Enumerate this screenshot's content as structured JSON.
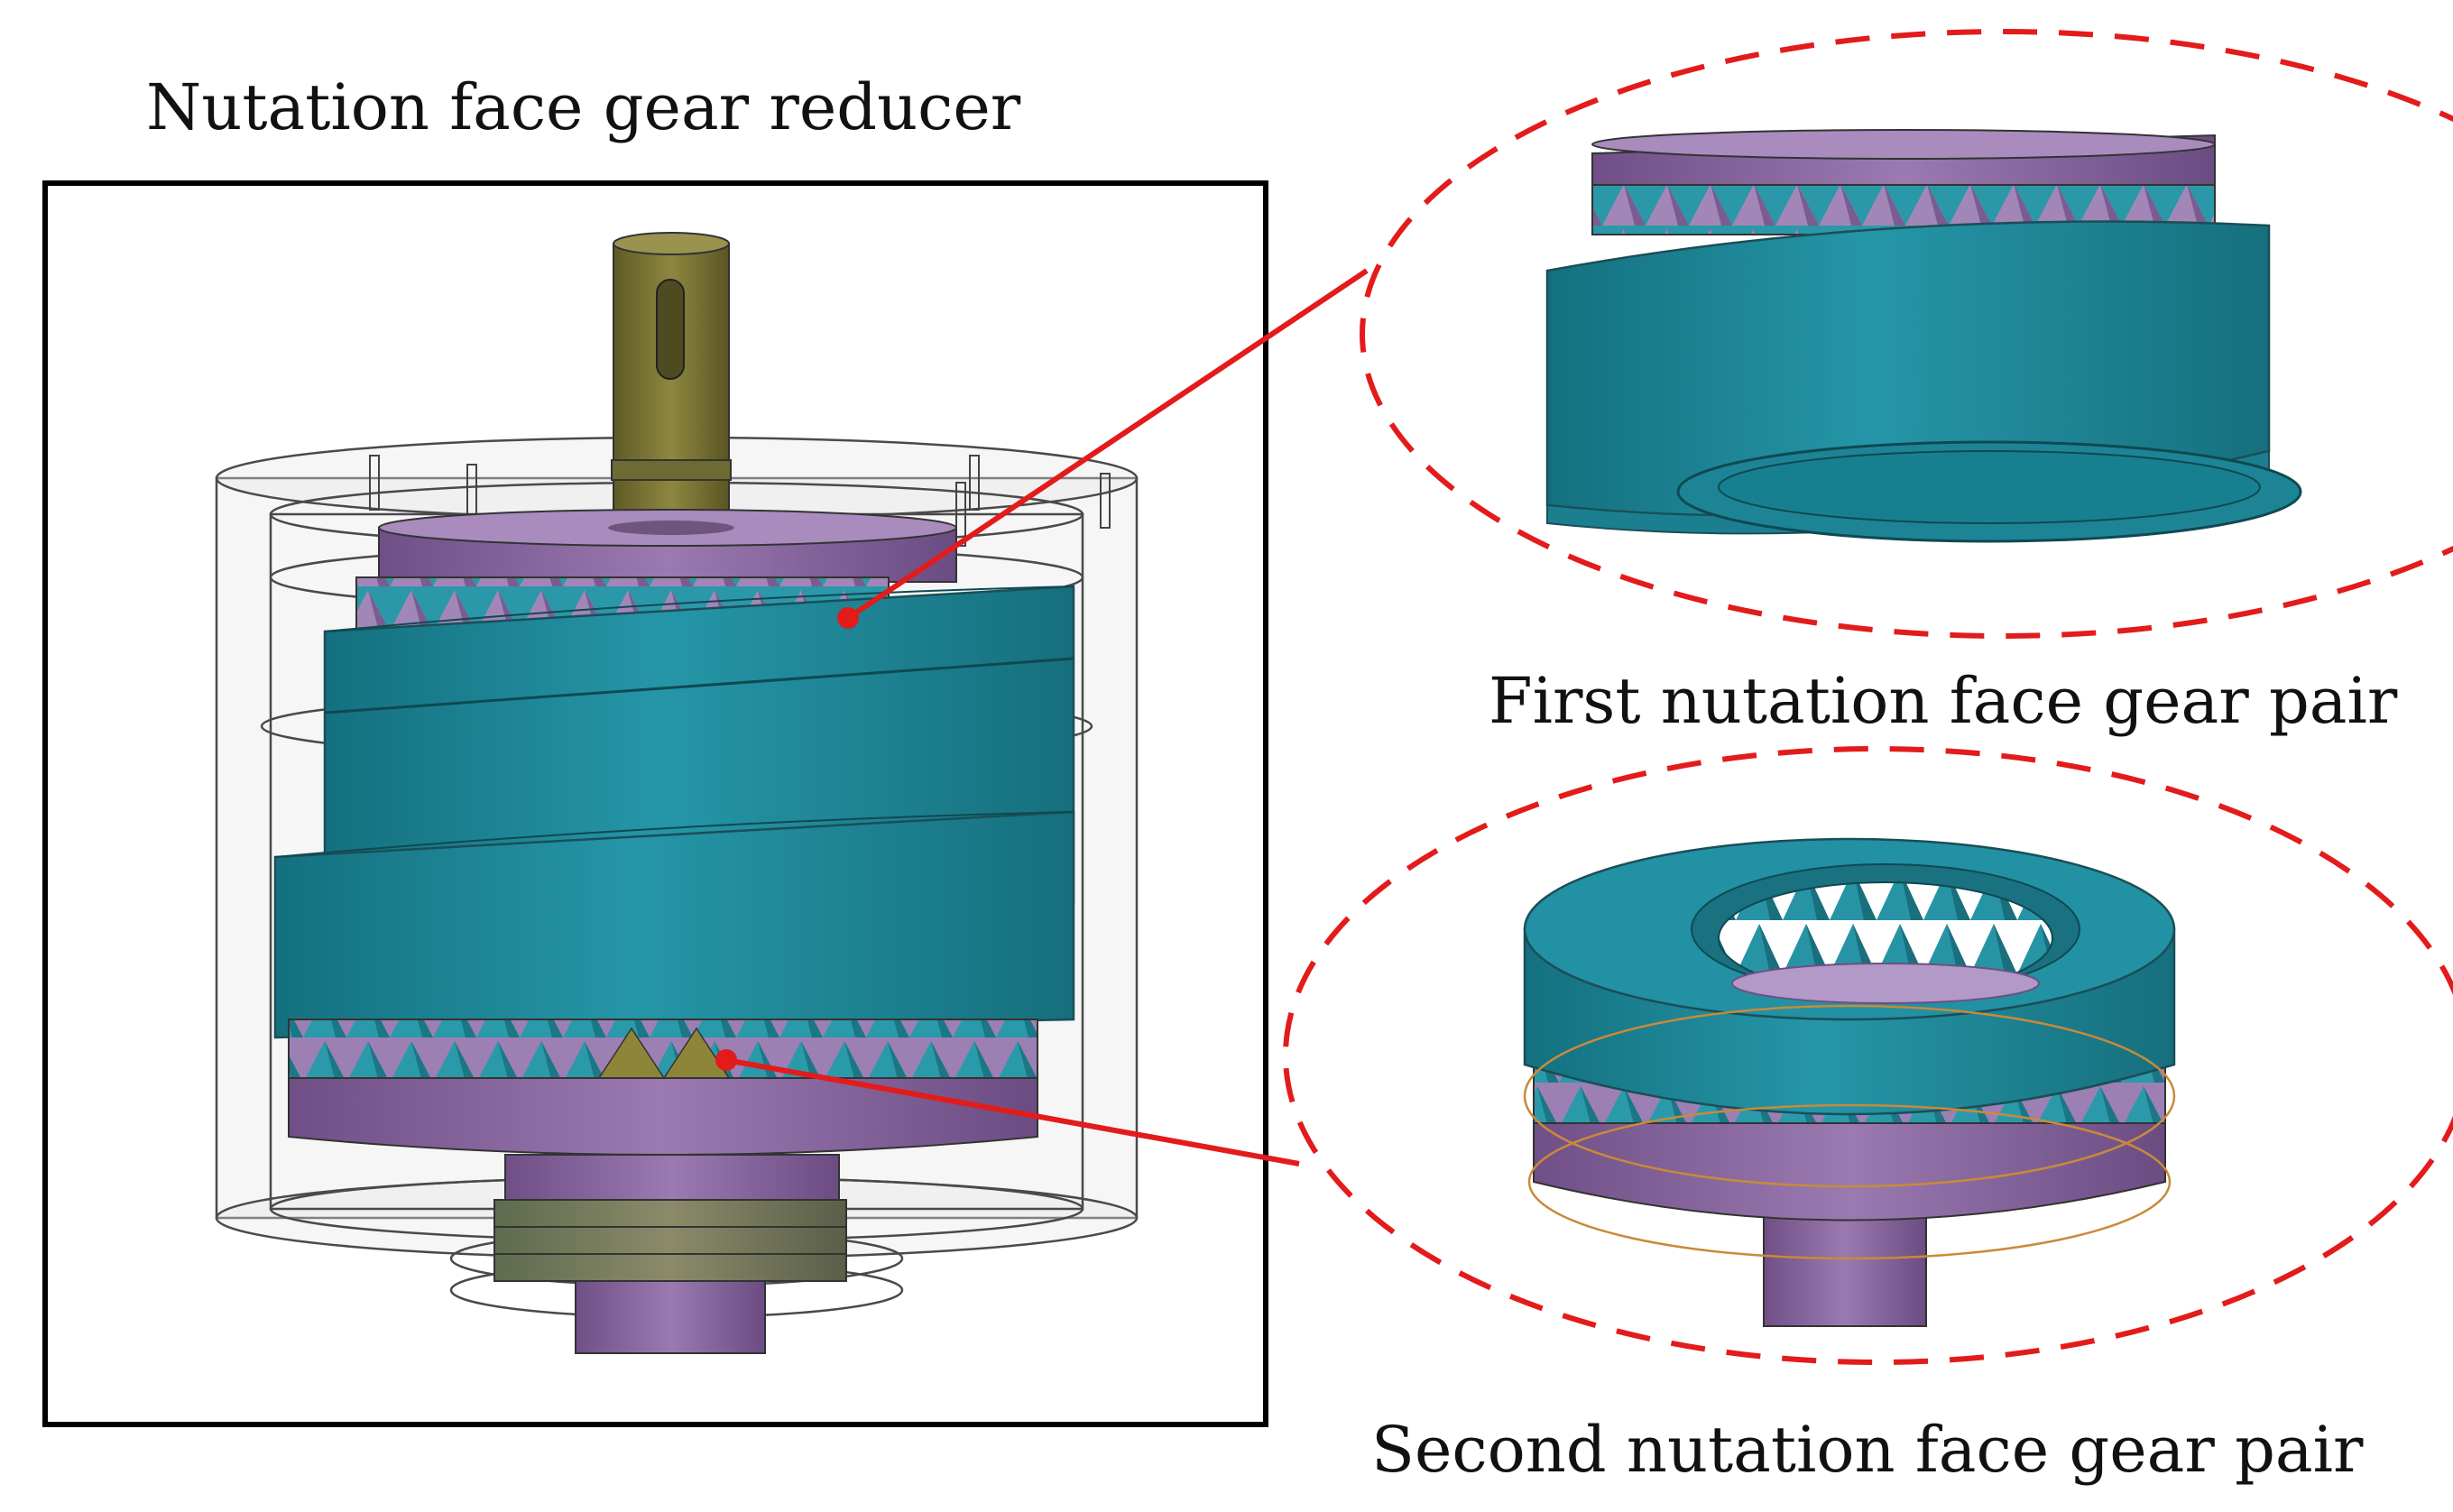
{
  "labels": {
    "reducer": "Nutation face gear reducer",
    "first_pair": "First nutation face gear pair",
    "second_pair": "Second nutation face gear pair"
  },
  "colors": {
    "callout": "#e31b1b",
    "frame": "#000000",
    "teal": "#1f8ea0",
    "teal_dark": "#176f7e",
    "purple": "#8c6aa3",
    "purple_light": "#b49ac6",
    "olive": "#7a7434",
    "housing": "#6f6f6f"
  }
}
